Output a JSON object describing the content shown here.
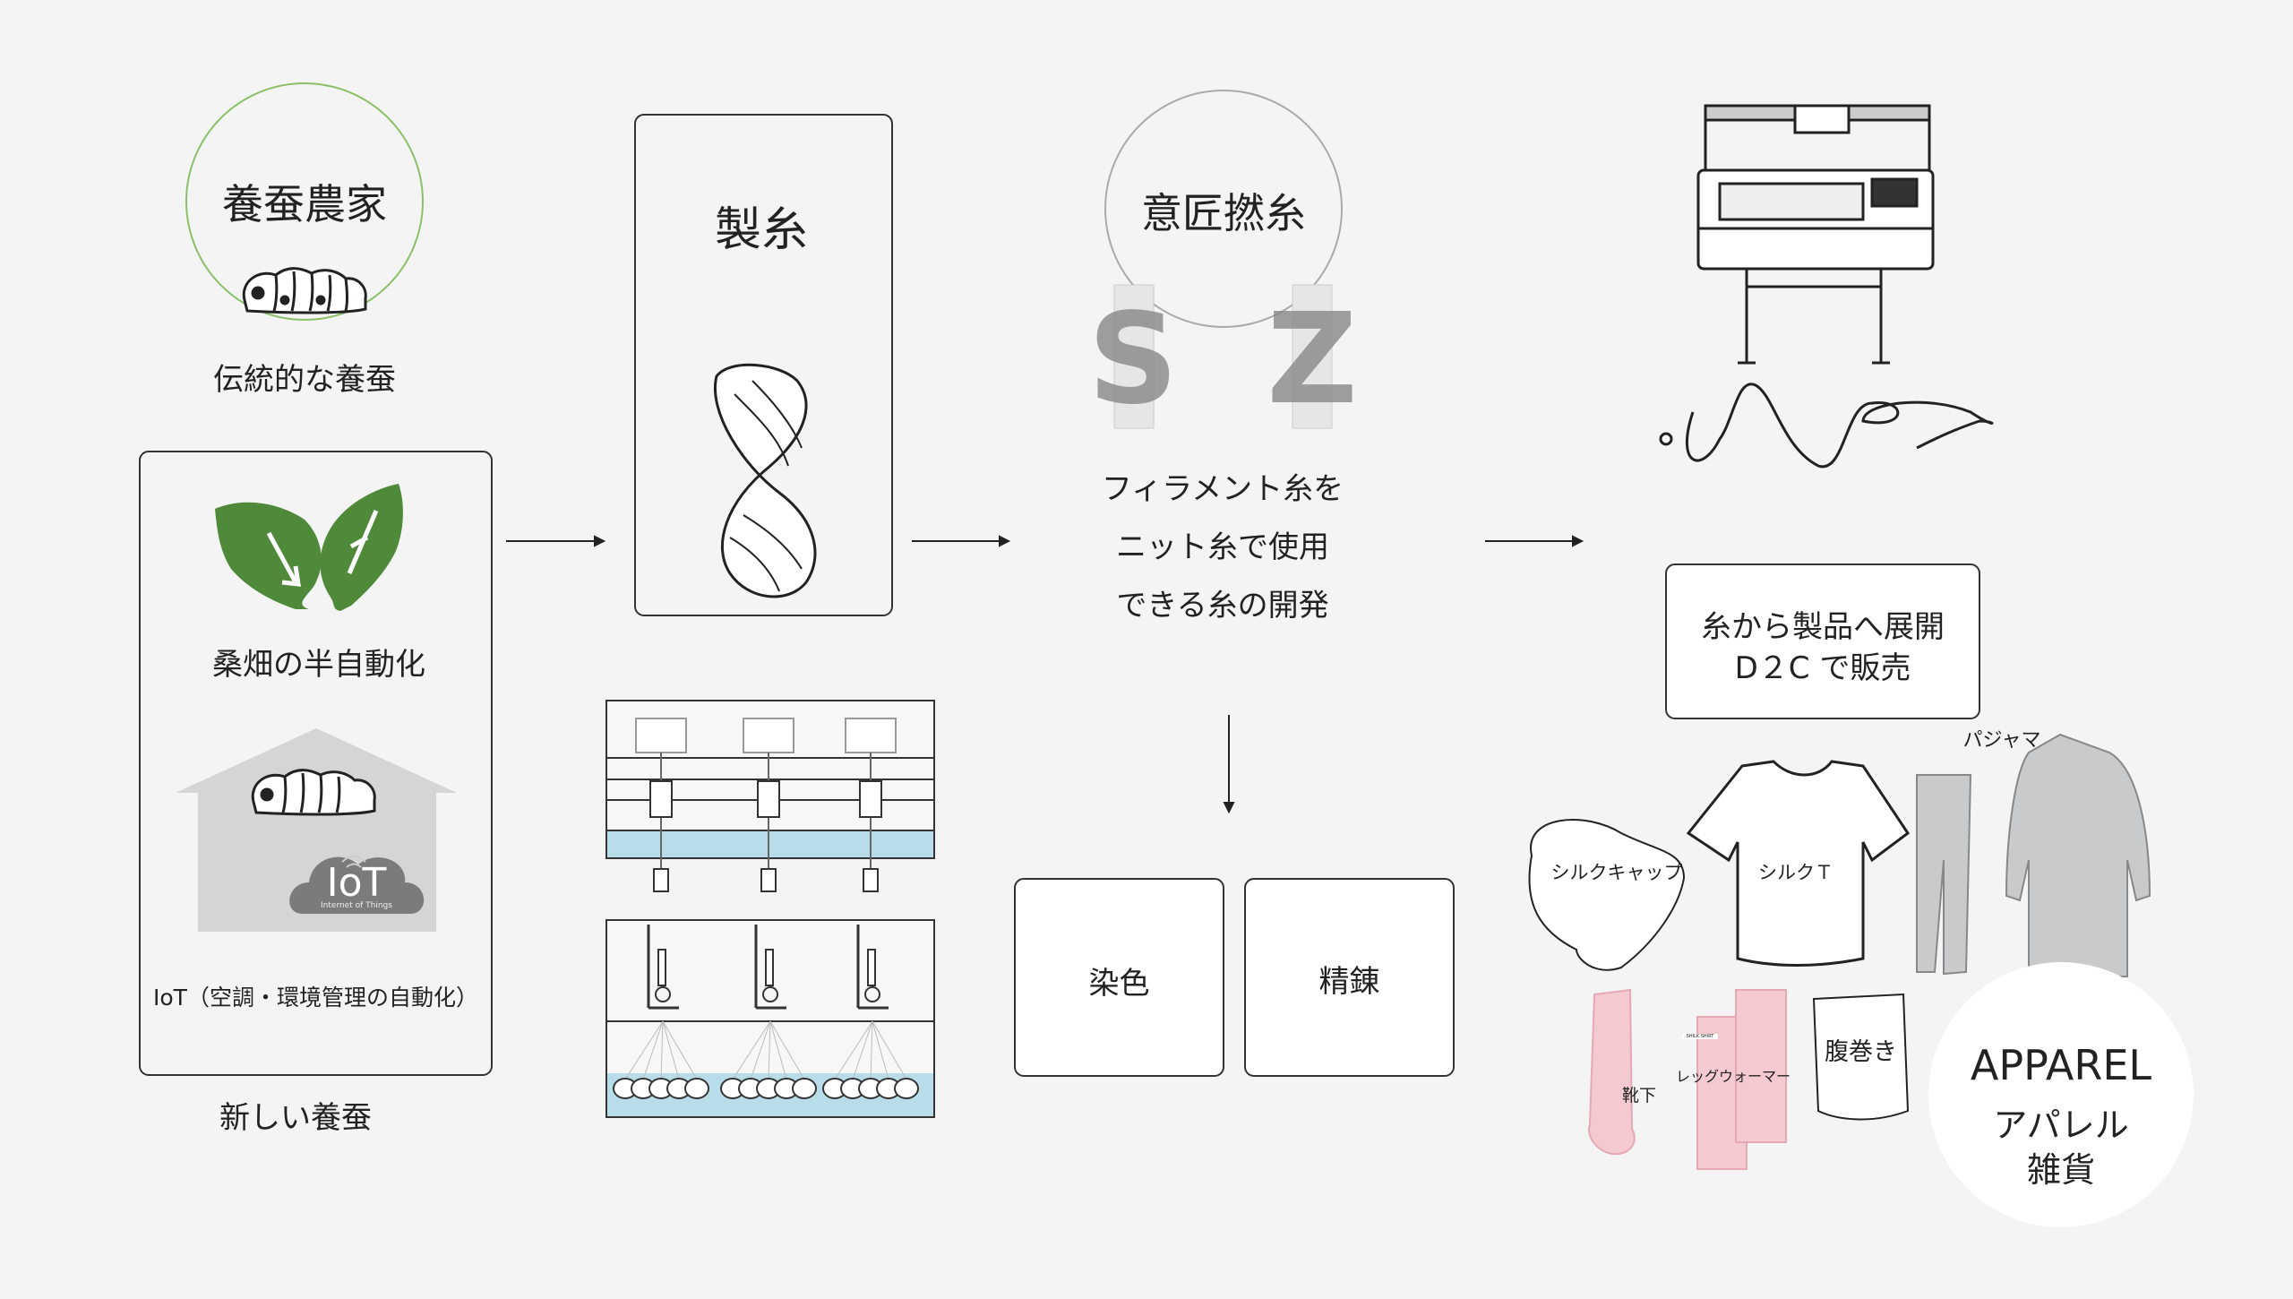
{
  "farmer": {
    "title": "養蚕農家",
    "caption": "伝統的な養蚕"
  },
  "new_sericulture": {
    "mulberry": "桑畑の半自動化",
    "iot_logo": "IoT",
    "iot_sub": "Internet of Things",
    "iot_caption": "IoT（空調・環境管理の自動化）",
    "caption": "新しい養蚕"
  },
  "reeling": {
    "title": "製糸"
  },
  "twisting": {
    "title": "意匠撚糸",
    "letters": [
      "S",
      "Z"
    ],
    "desc": [
      "フィラメント糸を",
      "ニット糸で使用",
      "できる糸の開発"
    ]
  },
  "dyeing": "染色",
  "scouring": "精錬",
  "d2c": [
    "糸から製品へ展開",
    "D２C で販売"
  ],
  "products": {
    "pajama": "パジャマ",
    "silk_cap": "シルクキャップ",
    "silk_t": "シルクＴ",
    "socks": "靴下",
    "leg_warmer": "レッグウォーマー",
    "haramaki": "腹巻き",
    "tag_text": "SHILK SHIRT"
  },
  "apparel": {
    "title": "APPAREL",
    "line1": "アパレル",
    "line2": "雑貨"
  },
  "colors": {
    "leaf": "#4f8a3a",
    "circle_green": "#8bc06a",
    "house": "#d5d5d5",
    "water": "#b9dde8",
    "pink": "#f5c9d0",
    "grey_cloth": "#c9cacc"
  }
}
